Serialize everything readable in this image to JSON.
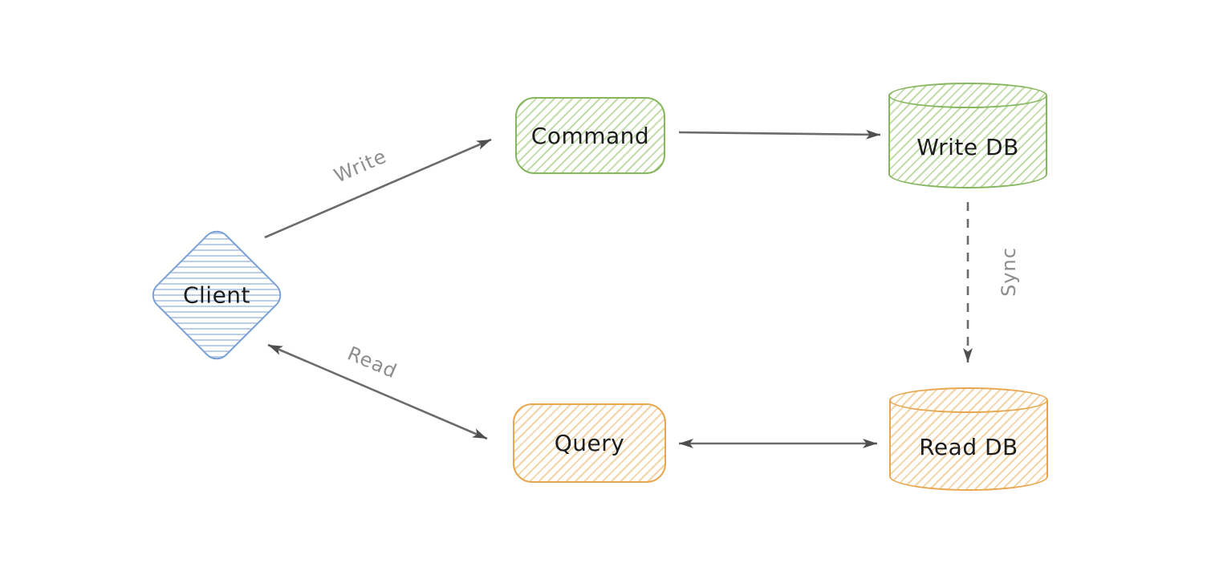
{
  "canvas": {
    "background": "#ffffff",
    "description": "Hand-drawn style CQRS architecture diagram"
  },
  "nodes": {
    "client": {
      "label": "Client",
      "shape": "diamond",
      "stroke": "#7ba0d6",
      "hatch": "#a9c4e7"
    },
    "command": {
      "label": "Command",
      "shape": "rectangle",
      "stroke": "#86b75f",
      "hatch": "#bcdb9a"
    },
    "write_db": {
      "label": "Write DB",
      "shape": "cylinder",
      "stroke": "#86b75f",
      "hatch": "#bcdb9a"
    },
    "query": {
      "label": "Query",
      "shape": "rectangle",
      "stroke": "#e7a74e",
      "hatch": "#f2cf97"
    },
    "read_db": {
      "label": "Read DB",
      "shape": "cylinder",
      "stroke": "#e7a74e",
      "hatch": "#f2cf97"
    }
  },
  "edges": {
    "write": {
      "label": "Write",
      "from": "client",
      "to": "command",
      "style": "solid",
      "arrows": "end"
    },
    "command_to_write_db": {
      "label": "",
      "from": "command",
      "to": "write_db",
      "style": "solid",
      "arrows": "end"
    },
    "sync": {
      "label": "Sync",
      "from": "write_db",
      "to": "read_db",
      "style": "dashed",
      "arrows": "end"
    },
    "query_to_read_db": {
      "label": "",
      "from": "query",
      "to": "read_db",
      "style": "solid",
      "arrows": "both"
    },
    "read": {
      "label": "Read",
      "from": "client",
      "to": "query",
      "style": "solid",
      "arrows": "both"
    }
  },
  "colors": {
    "arrow_stroke": "#6b6b6b",
    "arrow_head": "#4f4f4f",
    "edge_label": "#8d8d8d",
    "node_label": "#1d1d1d"
  }
}
